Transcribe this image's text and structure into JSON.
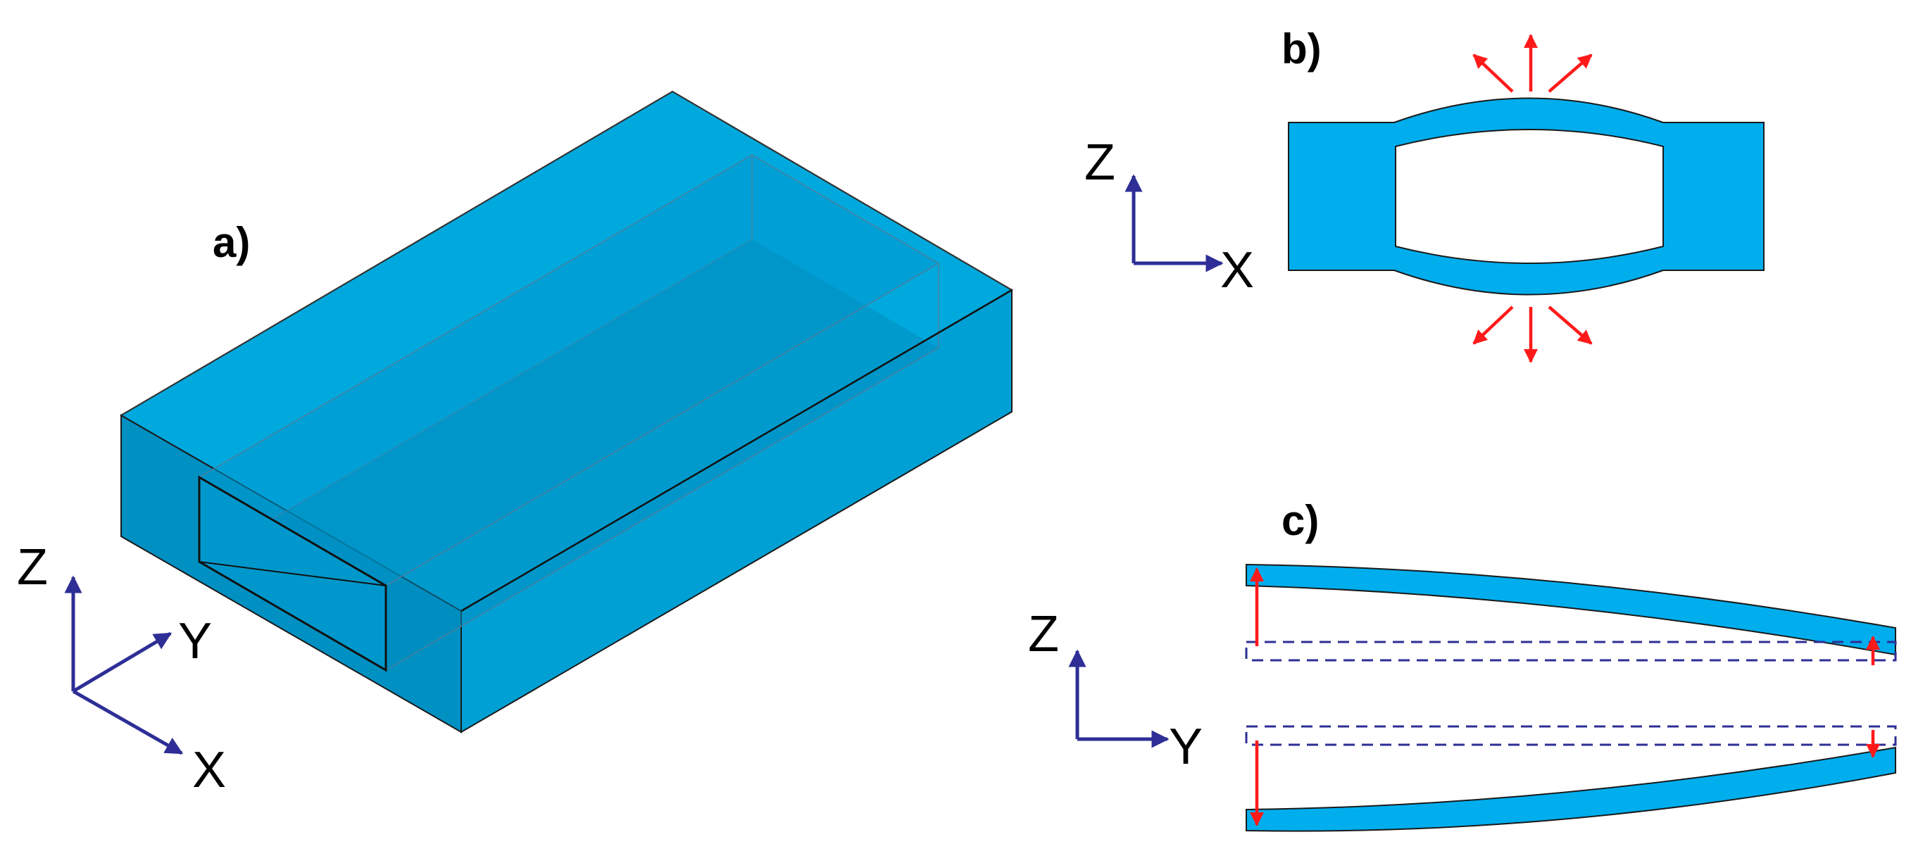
{
  "panels": {
    "a": {
      "label": "a)",
      "axes": {
        "z": "Z",
        "y": "Y",
        "x": "X"
      }
    },
    "b": {
      "label": "b)",
      "axes": {
        "z": "Z",
        "x": "X"
      }
    },
    "c": {
      "label": "c)",
      "axes": {
        "z": "Z",
        "y": "Y"
      }
    }
  },
  "colors": {
    "body_top": "#00a8dc",
    "body_front": "#00a0d4",
    "body_left": "#008fc0",
    "cavity_inner": "#0096cc",
    "cavity_floor": "#0088bc",
    "section_fill": "#00adee",
    "axis": "#2e2e96",
    "force_arrow": "#ff1a1a",
    "edge": "#1a1a1a"
  },
  "icons": {
    "axis_arrow": "axis-arrow-icon",
    "force_arrow": "force-arrow-icon"
  }
}
